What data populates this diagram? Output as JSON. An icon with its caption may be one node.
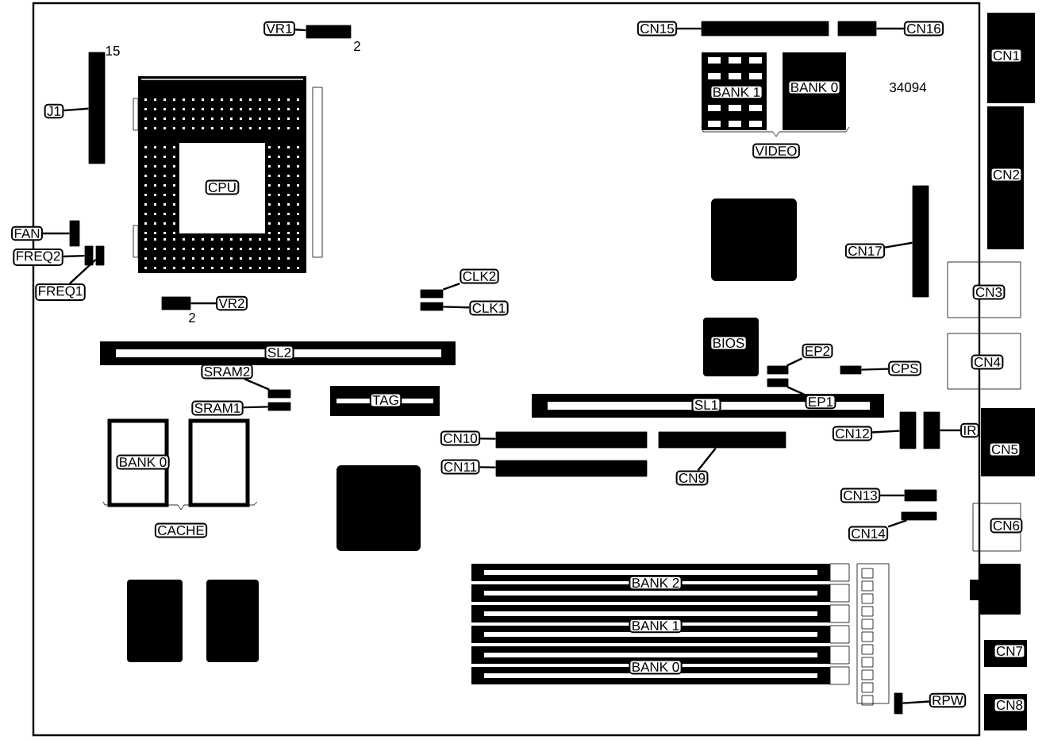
{
  "diagram": {
    "nodes": [
      {
        "text": [
          "VR1"
        ]
      },
      {
        "text": [],
        "shape": "box"
      },
      {
        "text": [
          "CN15"
        ]
      },
      {
        "text": [],
        "shape": "box"
      },
      {
        "text": [],
        "shape": "box"
      },
      {
        "text": [
          "CN16"
        ]
      },
      {
        "text": [
          "CN1"
        ]
      },
      {
        "text": [
          "J1"
        ]
      },
      {
        "text": [],
        "shape": "box"
      },
      {
        "text": [
          "CPU"
        ]
      },
      {
        "text": [
          "BANK 1"
        ]
      },
      {
        "text": [
          "BANK 0"
        ]
      },
      {
        "text": [
          "VIDEO"
        ]
      },
      {
        "text": [
          "CN2"
        ]
      },
      {
        "text": [
          "FAN"
        ]
      },
      {
        "text": [],
        "shape": "box"
      },
      {
        "text": [
          "FREQ2"
        ]
      },
      {
        "text": [],
        "shape": "box"
      },
      {
        "text": [],
        "shape": "box"
      },
      {
        "text": [
          "FREQ1"
        ]
      },
      {
        "text": [
          "CN17"
        ]
      },
      {
        "text": [],
        "shape": "box"
      },
      {
        "text": [
          "CN3"
        ]
      },
      {
        "text": [
          "CLK2"
        ]
      },
      {
        "text": [],
        "shape": "box"
      },
      {
        "text": [],
        "shape": "box"
      },
      {
        "text": [
          "VR2"
        ]
      },
      {
        "text": [],
        "shape": "box"
      },
      {
        "text": [
          "CLK1"
        ]
      },
      {
        "text": [
          "BIOS"
        ]
      },
      {
        "text": [
          "SL2"
        ]
      },
      {
        "text": [
          "EP2"
        ]
      },
      {
        "text": [],
        "shape": "box"
      },
      {
        "text": [],
        "shape": "box"
      },
      {
        "text": [
          "CPS"
        ]
      },
      {
        "text": [
          "CN4"
        ]
      },
      {
        "text": [
          "SRAM2"
        ]
      },
      {
        "text": [],
        "shape": "box"
      },
      {
        "text": [
          "SRAM1"
        ]
      },
      {
        "text": [],
        "shape": "box"
      },
      {
        "text": [
          "TAG"
        ]
      },
      {
        "text": [],
        "shape": "box"
      },
      {
        "text": [
          "EP1"
        ]
      },
      {
        "text": [
          "SL1"
        ]
      },
      {
        "text": [
          "CN10"
        ]
      },
      {
        "text": [],
        "shape": "box"
      },
      {
        "text": [
          "CN12"
        ]
      },
      {
        "text": [],
        "shape": "box"
      },
      {
        "text": [],
        "shape": "box"
      },
      {
        "text": [
          "IR"
        ]
      },
      {
        "text": [
          "CN5"
        ]
      },
      {
        "text": [
          "CN11"
        ]
      },
      {
        "text": [],
        "shape": "box"
      },
      {
        "text": [],
        "shape": "box"
      },
      {
        "text": [
          "CN9"
        ]
      },
      {
        "text": [
          "BANK 0"
        ]
      },
      {
        "text": [
          "CN13"
        ]
      },
      {
        "text": [],
        "shape": "box"
      },
      {
        "text": [],
        "shape": "box"
      },
      {
        "text": [
          "CN14"
        ]
      },
      {
        "text": [
          "CN6"
        ]
      },
      {
        "text": [
          "CACHE"
        ]
      },
      {
        "text": [
          "BANK 2"
        ]
      },
      {
        "text": [
          "BANK 1"
        ]
      },
      {
        "text": [
          "BANK 0"
        ]
      },
      {
        "text": [
          "CN7"
        ]
      },
      {
        "text": [],
        "shape": "box"
      },
      {
        "text": [
          "RPW"
        ]
      },
      {
        "text": [
          "CN8"
        ]
      }
    ],
    "edges": [
      {
        "from": 0,
        "to": 1,
        "arrow": "none"
      },
      {
        "from": 2,
        "to": 3,
        "arrow": "none"
      },
      {
        "from": 5,
        "to": 4,
        "arrow": "none"
      },
      {
        "from": 7,
        "to": 8,
        "arrow": "none"
      },
      {
        "from": 14,
        "to": 15,
        "arrow": "none"
      },
      {
        "from": 16,
        "to": 17,
        "arrow": "none"
      },
      {
        "from": 19,
        "to": 18,
        "arrow": "none"
      },
      {
        "from": 20,
        "to": 21,
        "arrow": "none"
      },
      {
        "from": 23,
        "to": 24,
        "arrow": "none"
      },
      {
        "from": 26,
        "to": 25,
        "arrow": "none"
      },
      {
        "from": 28,
        "to": 27,
        "arrow": "none"
      },
      {
        "from": 31,
        "to": 32,
        "arrow": "none"
      },
      {
        "from": 34,
        "to": 33,
        "arrow": "none"
      },
      {
        "from": 36,
        "to": 37,
        "arrow": "none"
      },
      {
        "from": 38,
        "to": 39,
        "arrow": "none"
      },
      {
        "from": 42,
        "to": 41,
        "arrow": "none"
      },
      {
        "from": 44,
        "to": 45,
        "arrow": "none"
      },
      {
        "from": 46,
        "to": 47,
        "arrow": "none"
      },
      {
        "from": 49,
        "to": 48,
        "arrow": "none"
      },
      {
        "from": 51,
        "to": 52,
        "arrow": "none"
      },
      {
        "from": 54,
        "to": 53,
        "arrow": "none"
      },
      {
        "from": 56,
        "to": 57,
        "arrow": "none"
      },
      {
        "from": 59,
        "to": 58,
        "arrow": "none"
      },
      {
        "from": 67,
        "to": 66,
        "arrow": "none"
      }
    ],
    "labels": [
      "2",
      "15",
      "34094",
      "2"
    ]
  }
}
